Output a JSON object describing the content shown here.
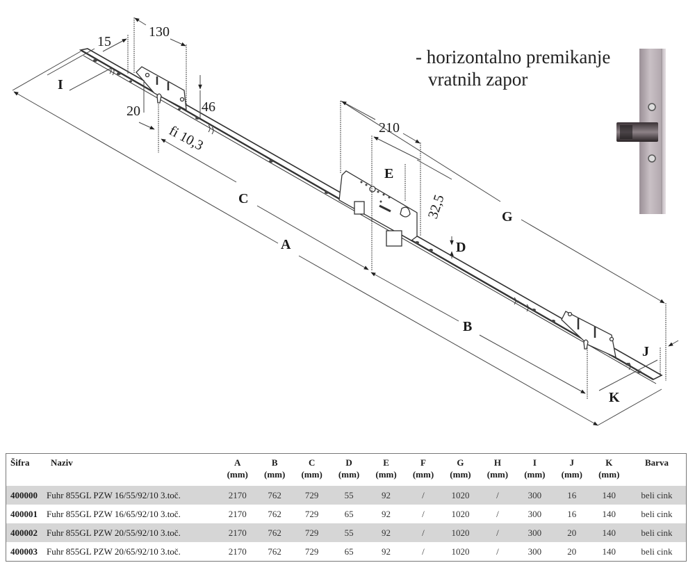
{
  "drawing": {
    "dimensions": {
      "d15": "15",
      "d130": "130",
      "d20": "20",
      "d46": "46",
      "fi": "fi 10,3",
      "d210": "210",
      "d32": "32,5"
    },
    "letters": {
      "A": "A",
      "B": "B",
      "C": "C",
      "D": "D",
      "E": "E",
      "G": "G",
      "I": "I",
      "J": "J",
      "K": "K"
    }
  },
  "caption": {
    "line1": "- horizontalno premikanje",
    "line2": "vratnih zapor"
  },
  "photo": {
    "icon": "door-lock-bolt-photo"
  },
  "table": {
    "headers": [
      {
        "label": "Šifra",
        "unit": ""
      },
      {
        "label": "Naziv",
        "unit": ""
      },
      {
        "label": "A",
        "unit": "(mm)"
      },
      {
        "label": "B",
        "unit": "(mm)"
      },
      {
        "label": "C",
        "unit": "(mm)"
      },
      {
        "label": "D",
        "unit": "(mm)"
      },
      {
        "label": "E",
        "unit": "(mm)"
      },
      {
        "label": "F",
        "unit": "(mm)"
      },
      {
        "label": "G",
        "unit": "(mm)"
      },
      {
        "label": "H",
        "unit": "(mm)"
      },
      {
        "label": "I",
        "unit": "(mm)"
      },
      {
        "label": "J",
        "unit": "(mm)"
      },
      {
        "label": "K",
        "unit": "(mm)"
      },
      {
        "label": "Barva",
        "unit": ""
      }
    ],
    "rows": [
      {
        "code": "400000",
        "name": "Fuhr 855GL PZW 16/55/92/10 3.toč.",
        "A": "2170",
        "B": "762",
        "C": "729",
        "D": "55",
        "E": "92",
        "F": "/",
        "G": "1020",
        "H": "/",
        "I": "300",
        "J": "16",
        "K": "140",
        "color": "beli cink"
      },
      {
        "code": "400001",
        "name": "Fuhr 855GL PZW 16/65/92/10 3.toč.",
        "A": "2170",
        "B": "762",
        "C": "729",
        "D": "65",
        "E": "92",
        "F": "/",
        "G": "1020",
        "H": "/",
        "I": "300",
        "J": "16",
        "K": "140",
        "color": "beli cink"
      },
      {
        "code": "400002",
        "name": "Fuhr 855GL PZW 20/55/92/10 3.toč.",
        "A": "2170",
        "B": "762",
        "C": "729",
        "D": "55",
        "E": "92",
        "F": "/",
        "G": "1020",
        "H": "/",
        "I": "300",
        "J": "20",
        "K": "140",
        "color": "beli cink"
      },
      {
        "code": "400003",
        "name": "Fuhr 855GL PZW 20/65/92/10 3.toč.",
        "A": "2170",
        "B": "762",
        "C": "729",
        "D": "65",
        "E": "92",
        "F": "/",
        "G": "1020",
        "H": "/",
        "I": "300",
        "J": "20",
        "K": "140",
        "color": "beli cink"
      }
    ]
  }
}
